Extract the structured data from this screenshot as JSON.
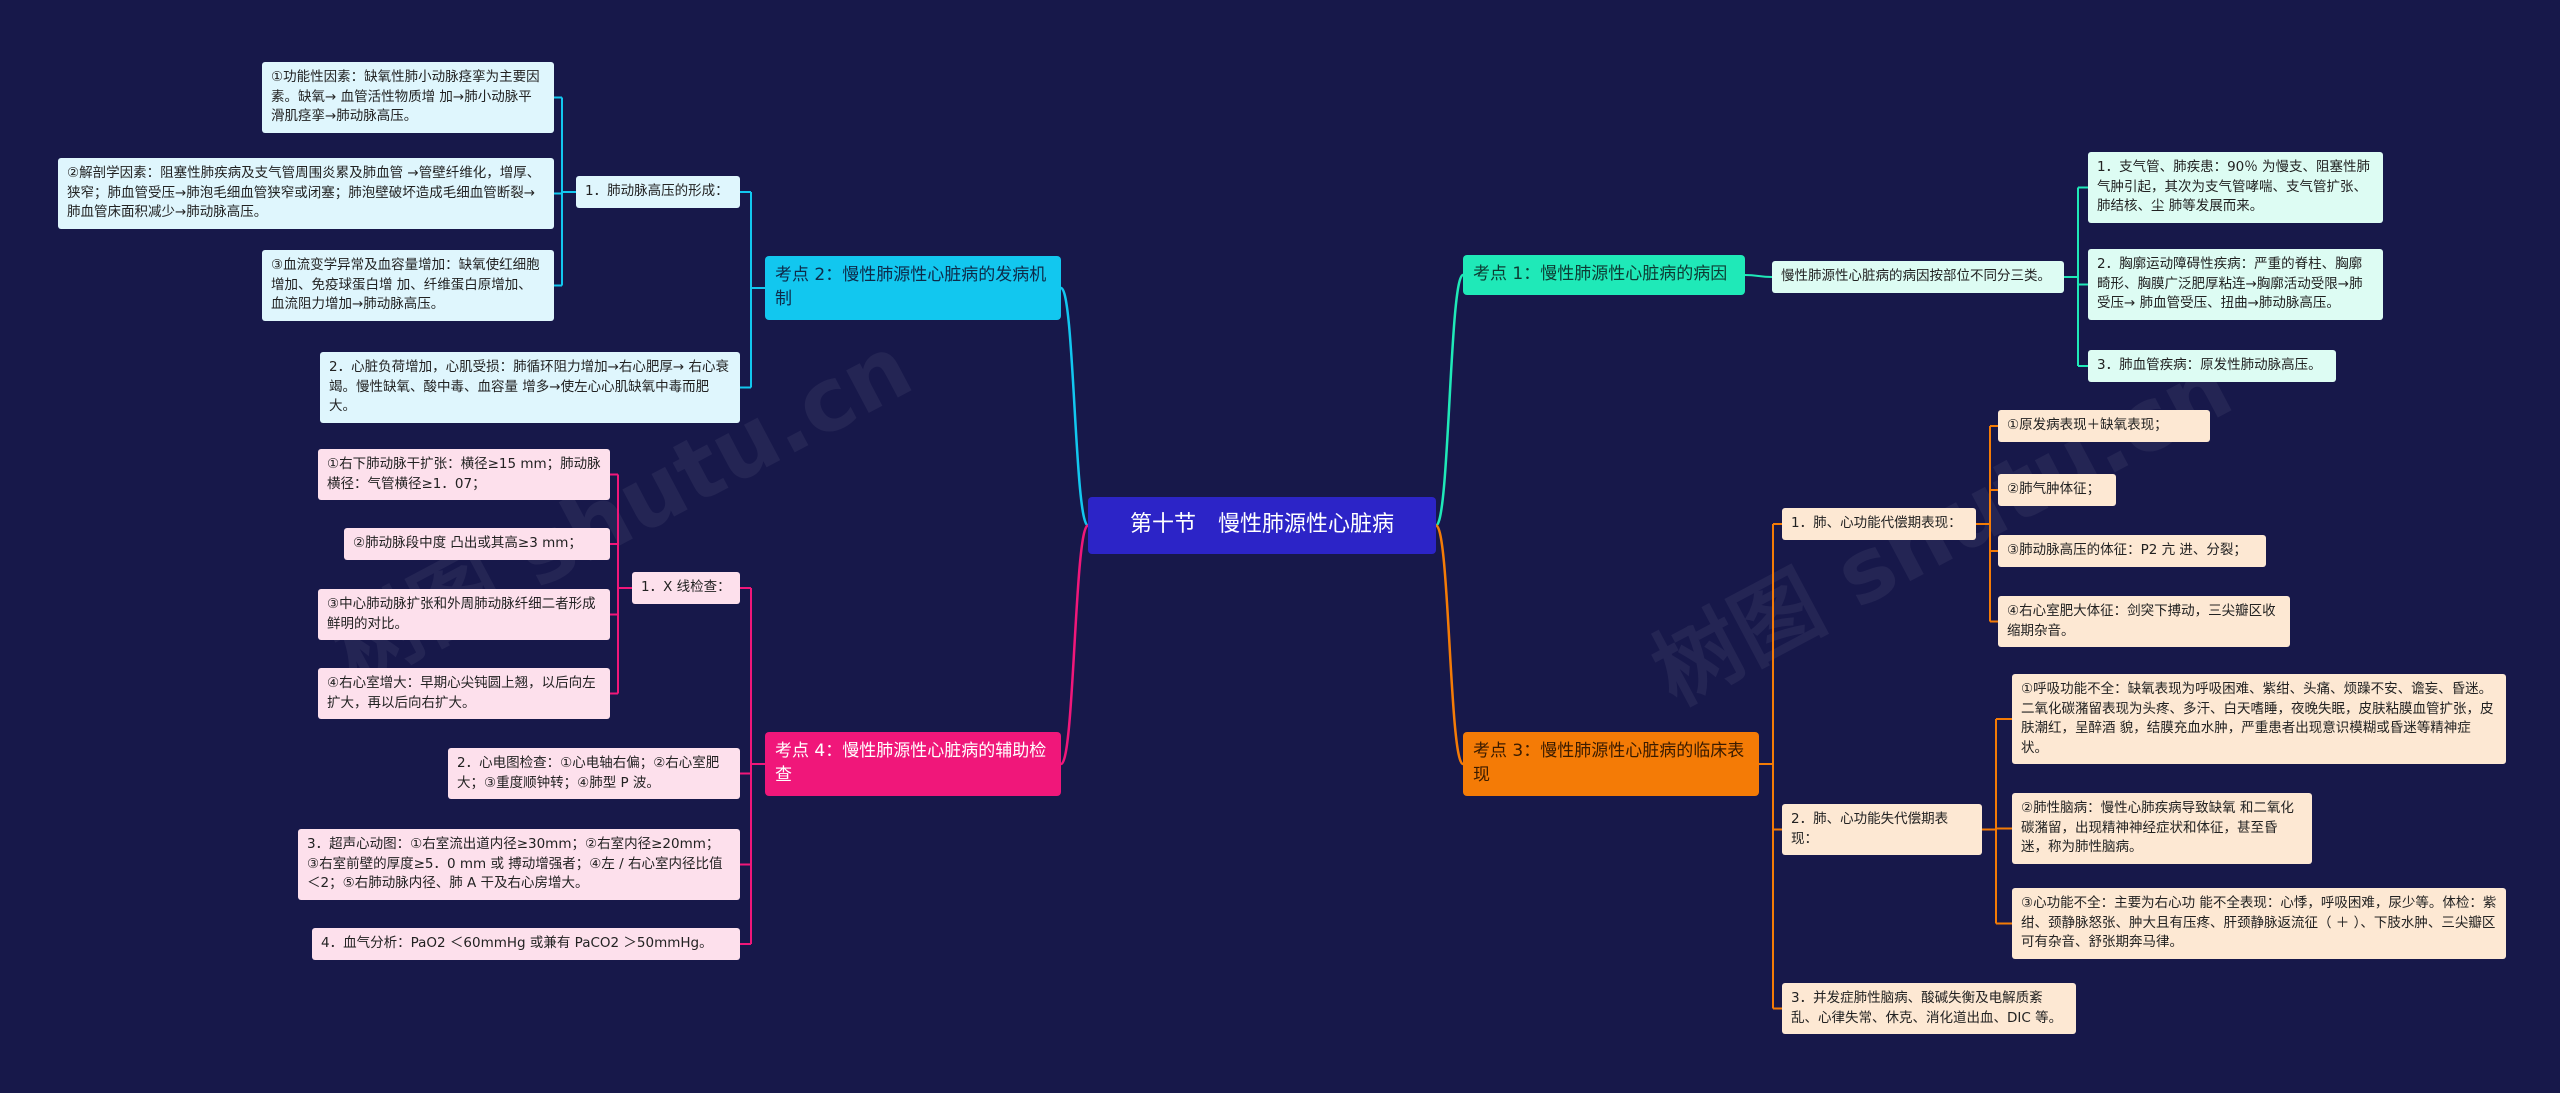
{
  "root": {
    "title": "第十节　慢性肺源性心脏病"
  },
  "topics": {
    "t1": {
      "title": "考点 1：慢性肺源性心脏病的病因"
    },
    "t2": {
      "title": "考点 2：慢性肺源性心脏病的发病机制"
    },
    "t3": {
      "title": "考点 3：慢性肺源性心脏病的临床表现"
    },
    "t4": {
      "title": "考点 4：慢性肺源性心脏病的辅助检查"
    }
  },
  "t1": {
    "summary": "慢性肺源性心脏病的病因按部位不同分三类。",
    "items": [
      "1．支气管、肺疾患：90％ 为慢支、阻塞性肺气肿引起，其次为支气管哮喘、支气管扩张、肺结核、尘 肺等发展而来。",
      "2．胸廓运动障碍性疾病：严重的脊柱、胸廓畸形、胸膜广泛肥厚粘连→胸廓活动受限→肺受压→ 肺血管受压、扭曲→肺动脉高压。",
      "3．肺血管疾病：原发性肺动脉高压。"
    ]
  },
  "t2": {
    "ph_label": "1．肺动脉高压的形成：",
    "ph_items": [
      "①功能性因素：缺氧性肺小动脉痉挛为主要因素。缺氧→ 血管活性物质增 加→肺小动脉平滑肌痉挛→肺动脉高压。",
      "②解剖学因素：阻塞性肺疾病及支气管周围炎累及肺血管 →管壁纤维化，增厚、狭窄；肺血管受压→肺泡毛细血管狭窄或闭塞；肺泡壁破坏造成毛细血管断裂→ 肺血管床面积减少→肺动脉高压。",
      "③血流变学异常及血容量增加：缺氧使红细胞增加、免疫球蛋白增 加、纤维蛋白原增加、血流阻力增加→肺动脉高压。"
    ],
    "heart": "2．心脏负荷增加，心肌受损：肺循环阻力增加→右心肥厚→ 右心衰竭。慢性缺氧、酸中毒、血容量 增多→使左心心肌缺氧中毒而肥大。"
  },
  "t3": {
    "comp_label": "1．肺、心功能代偿期表现：",
    "comp_items": [
      "①原发病表现＋缺氧表现；",
      "②肺气肿体征；",
      "③肺动脉高压的体征：P2 亢 进、分裂；",
      "④右心室肥大体征：剑突下搏动，三尖瓣区收缩期杂音。"
    ],
    "decomp_label": "2．肺、心功能失代偿期表现：",
    "decomp_items": [
      "①呼吸功能不全：缺氧表现为呼吸困难、紫绀、头痛、烦躁不安、谵妄、昏迷。二氧化碳潴留表现为头疼、多汗、白天嗜睡，夜晚失眠，皮肤粘膜血管扩张，皮肤潮红，呈醉酒 貌，结膜充血水肿，严重患者出现意识模糊或昏迷等精神症状。",
      "②肺性脑病：慢性心肺疾病导致缺氧 和二氧化碳潴留，出现精神神经症状和体征，甚至昏迷，称为肺性脑病。",
      "③心功能不全：主要为右心功 能不全表现：心悸，呼吸困难，尿少等。体检：紫绀、颈静脉怒张、肿大且有压疼、肝颈静脉返流征（ ＋ ）、下肢水肿、三尖瓣区可有杂音、舒张期奔马律。"
    ],
    "complications": "3．并发症肺性脑病、酸碱失衡及电解质紊乱、心律失常、休克、消化道出血、DIC 等。"
  },
  "t4": {
    "xray_label": "1．X 线检查：",
    "xray_items": [
      "①右下肺动脉干扩张：横径≥15 mm；肺动脉横径：气管横径≥1．07；",
      "②肺动脉段中度 凸出或其高≥3 mm；",
      "③中心肺动脉扩张和外周肺动脉纤细二者形成鲜明的对比。",
      "④右心室增大：早期心尖钝圆上翘，以后向左扩大，再以后向右扩大。"
    ],
    "ecg": "2．心电图检查：①心电轴右偏；②右心室肥大；③重度顺钟转；④肺型 P 波。",
    "echo": "3．超声心动图：①右室流出道内径≥30mm；②右室内径≥20mm；③右室前壁的厚度≥5．0 mm 或 搏动增强者；④左 / 右心室内径比值＜2；⑤右肺动脉内径、肺 A 干及右心房增大。",
    "bloodgas": "4．血气分析：PaO2 ＜60mmHg 或兼有 PaCO2 ＞50mmHg。"
  },
  "watermarks": [
    "树图 shutu.cn",
    "树图 shutu.cn"
  ],
  "colors": {
    "background": "#17184a",
    "root": "#2c24c7",
    "cyan": "#12c7ef",
    "teal": "#1fe9b8",
    "pink": "#f0177a",
    "orange": "#f47b06"
  }
}
